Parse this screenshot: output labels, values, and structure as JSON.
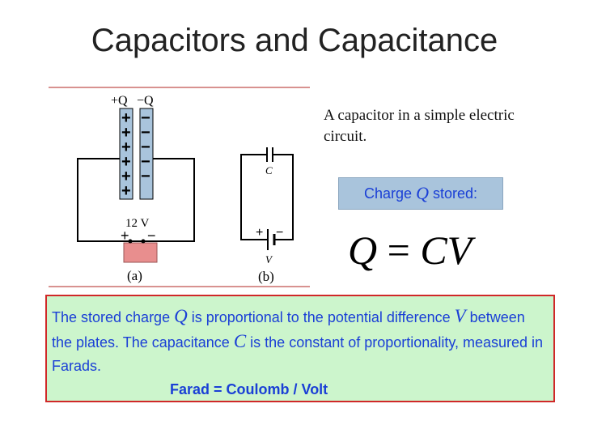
{
  "title": "Capacitors and Capacitance",
  "figure": {
    "plate_labels": {
      "plus_q": "+Q",
      "minus_q": "−Q"
    },
    "plus_signs": [
      "+",
      "+",
      "+",
      "+",
      "+",
      "+"
    ],
    "minus_signs": [
      "−",
      "−",
      "−",
      "−",
      "−"
    ],
    "battery_voltage": "12 V",
    "battery_plus": "+",
    "battery_minus": "−",
    "label_a": "(a)",
    "capacitor_symbol_label": "C",
    "source_plus": "+",
    "source_minus": "−",
    "source_label": "V",
    "label_b": "(b)"
  },
  "caption": "A capacitor in a simple electric circuit.",
  "charge_box": {
    "prefix": "Charge",
    "symbol": "Q",
    "suffix": "stored:"
  },
  "formula": {
    "lhs": "Q",
    "eq": "=",
    "rhs": "CV"
  },
  "info_box": {
    "text_1": "The stored charge ",
    "q": "Q",
    "text_2": " is proportional to the potential difference ",
    "v": "V",
    "text_3": " between the plates. The capacitance ",
    "c": "C",
    "text_4": " is the constant of proportionality, measured in Farads.",
    "farad_line": "Farad = Coulomb / Volt"
  },
  "colors": {
    "rule_line": "#c0504d",
    "plate_fill": "#a9c4dc",
    "battery_fill": "#e88e8e",
    "charge_box_bg": "#a9c4dc",
    "text_blue": "#1a3fd6",
    "info_bg": "#ccf5cc",
    "info_border": "#d02828"
  }
}
